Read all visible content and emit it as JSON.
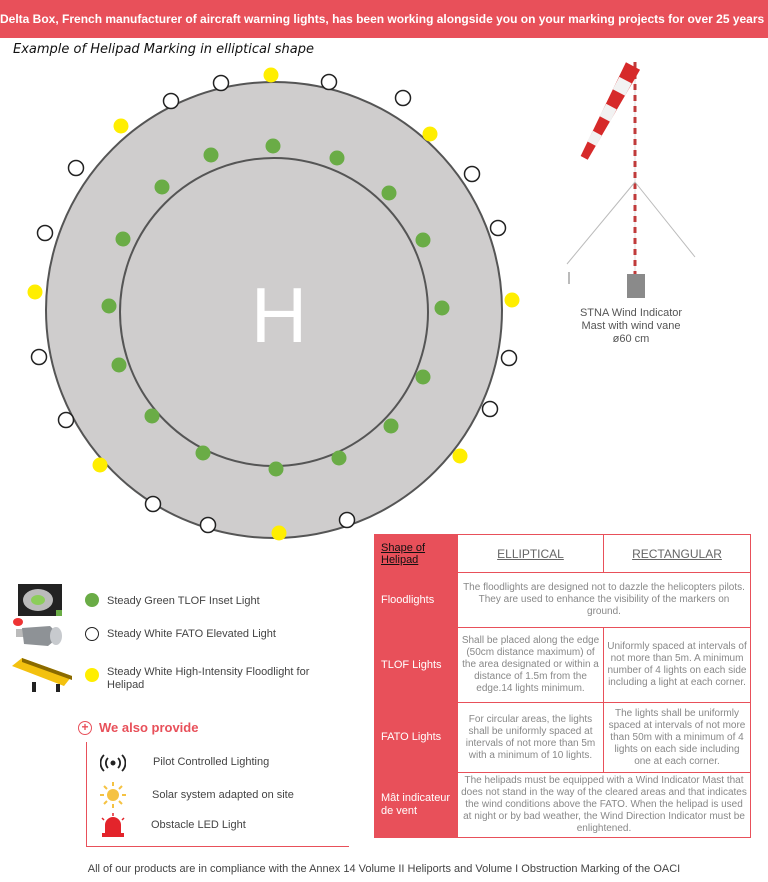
{
  "banner": "Delta Box, French manufacturer of aircraft warning lights, has been working alongside you on your marking projects for over 25 years",
  "subtitle": "Example of Helipad Marking in elliptical shape",
  "helipad_letter": "H",
  "colors": {
    "accent": "#e8505a",
    "pad_gray": "#cfcdcd",
    "green": "#6aac46",
    "yellow": "#ffee00"
  },
  "wind_indicator": {
    "line1": "STNA Wind Indicator",
    "line2": "Mast with wind vane",
    "line3": "ø60 cm"
  },
  "legend": [
    {
      "icon": "green-inset-light-icon",
      "label": "Steady Green TLOF Inset Light"
    },
    {
      "icon": "white-elevated-light-icon",
      "label": "Steady White FATO Elevated Light"
    },
    {
      "icon": "yellow-floodlight-icon",
      "label": "Steady White High-Intensity Floodlight for Helipad"
    }
  ],
  "provide": {
    "title": "We also provide",
    "items": [
      {
        "icon": "wireless-signal-icon",
        "label": "Pilot Controlled Lighting"
      },
      {
        "icon": "sun-icon",
        "label": "Solar system adapted on site"
      },
      {
        "icon": "beacon-icon",
        "label": "Obstacle LED Light"
      }
    ]
  },
  "table": {
    "corner": "Shape of Helipad",
    "col_elliptical": "ELLIPTICAL",
    "col_rectangular": "RECTANGULAR",
    "rows": [
      {
        "label": "Floodlights",
        "merged": "The floodlights are designed not to dazzle the helicopters pilots. They are used to enhance the visibility of the markers on ground."
      },
      {
        "label": "TLOF Lights",
        "elliptical": "Shall be placed along the edge (50cm distance maximum) of the area designated or within a distance of 1.5m from the edge.14 lights minimum.",
        "rectangular": "Uniformly spaced at intervals of not more than 5m. A minimum number of 4 lights on each side including a light at each corner."
      },
      {
        "label": "FATO Lights",
        "elliptical": "For circular areas, the lights shall be uniformly spaced at intervals of not more than 5m with a minimum of 10 lights.",
        "rectangular": "The lights shall be uniformly spaced at intervals of not more than 50m with a minimum of 4 lights on each side including one at each corner."
      },
      {
        "label": "Mât indicateur de vent",
        "merged": "The helipads must be equipped with a Wind Indicator Mast that does not stand in the way of the cleared areas and that indicates the wind conditions above the FATO. When the helipad is used at night or by bad weather, the Wind Direction Indicator must be enlightened."
      }
    ]
  },
  "footer": "All of our products are in compliance with the Annex 14 Volume II Heliports and Volume I Obstruction Marking of the OACI"
}
